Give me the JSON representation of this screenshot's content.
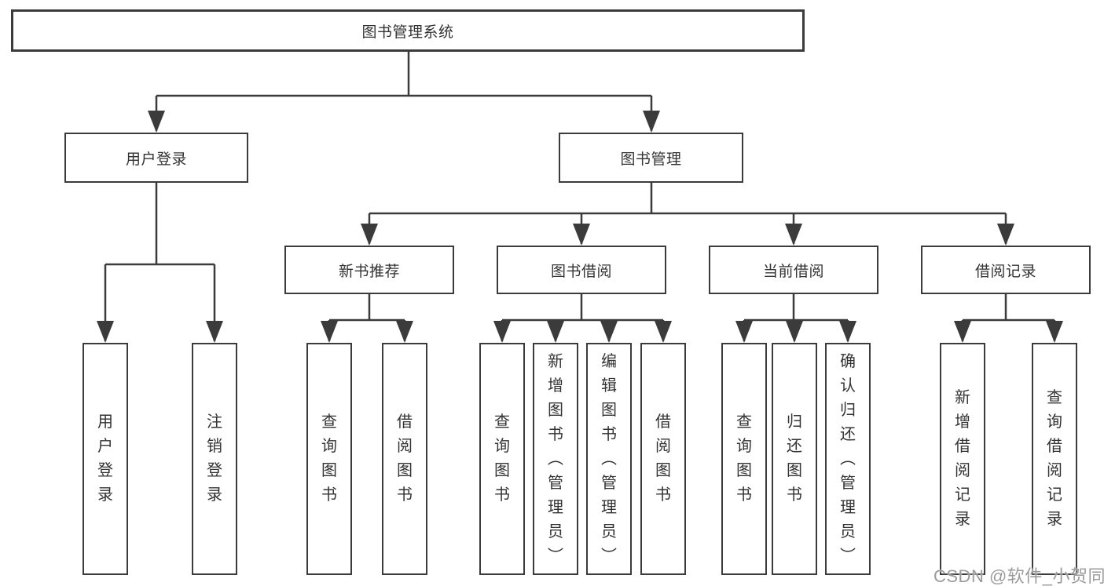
{
  "colors": {
    "line": "#3b3b3b",
    "text": "#333333",
    "box-bg": "#ffffff",
    "watermark": "#9b9b9b"
  },
  "diagram": {
    "root": "图书管理系统",
    "branches": [
      {
        "label": "用户登录",
        "leaves": [
          "用户登录",
          "注销登录"
        ]
      },
      {
        "label": "图书管理",
        "groups": [
          {
            "label": "新书推荐",
            "leaves": [
              "查询图书",
              "借阅图书"
            ]
          },
          {
            "label": "图书借阅",
            "leaves": [
              "查询图书",
              "新增图书（管理员）",
              "编辑图书（管理员）",
              "借阅图书"
            ]
          },
          {
            "label": "当前借阅",
            "leaves": [
              "查询图书",
              "归还图书",
              "确认归还（管理员）"
            ]
          },
          {
            "label": "借阅记录",
            "leaves": [
              "新增借阅记录",
              "查询借阅记录"
            ]
          }
        ]
      }
    ]
  },
  "watermark": {
    "text": "CSDN @软件_小贺同学"
  }
}
